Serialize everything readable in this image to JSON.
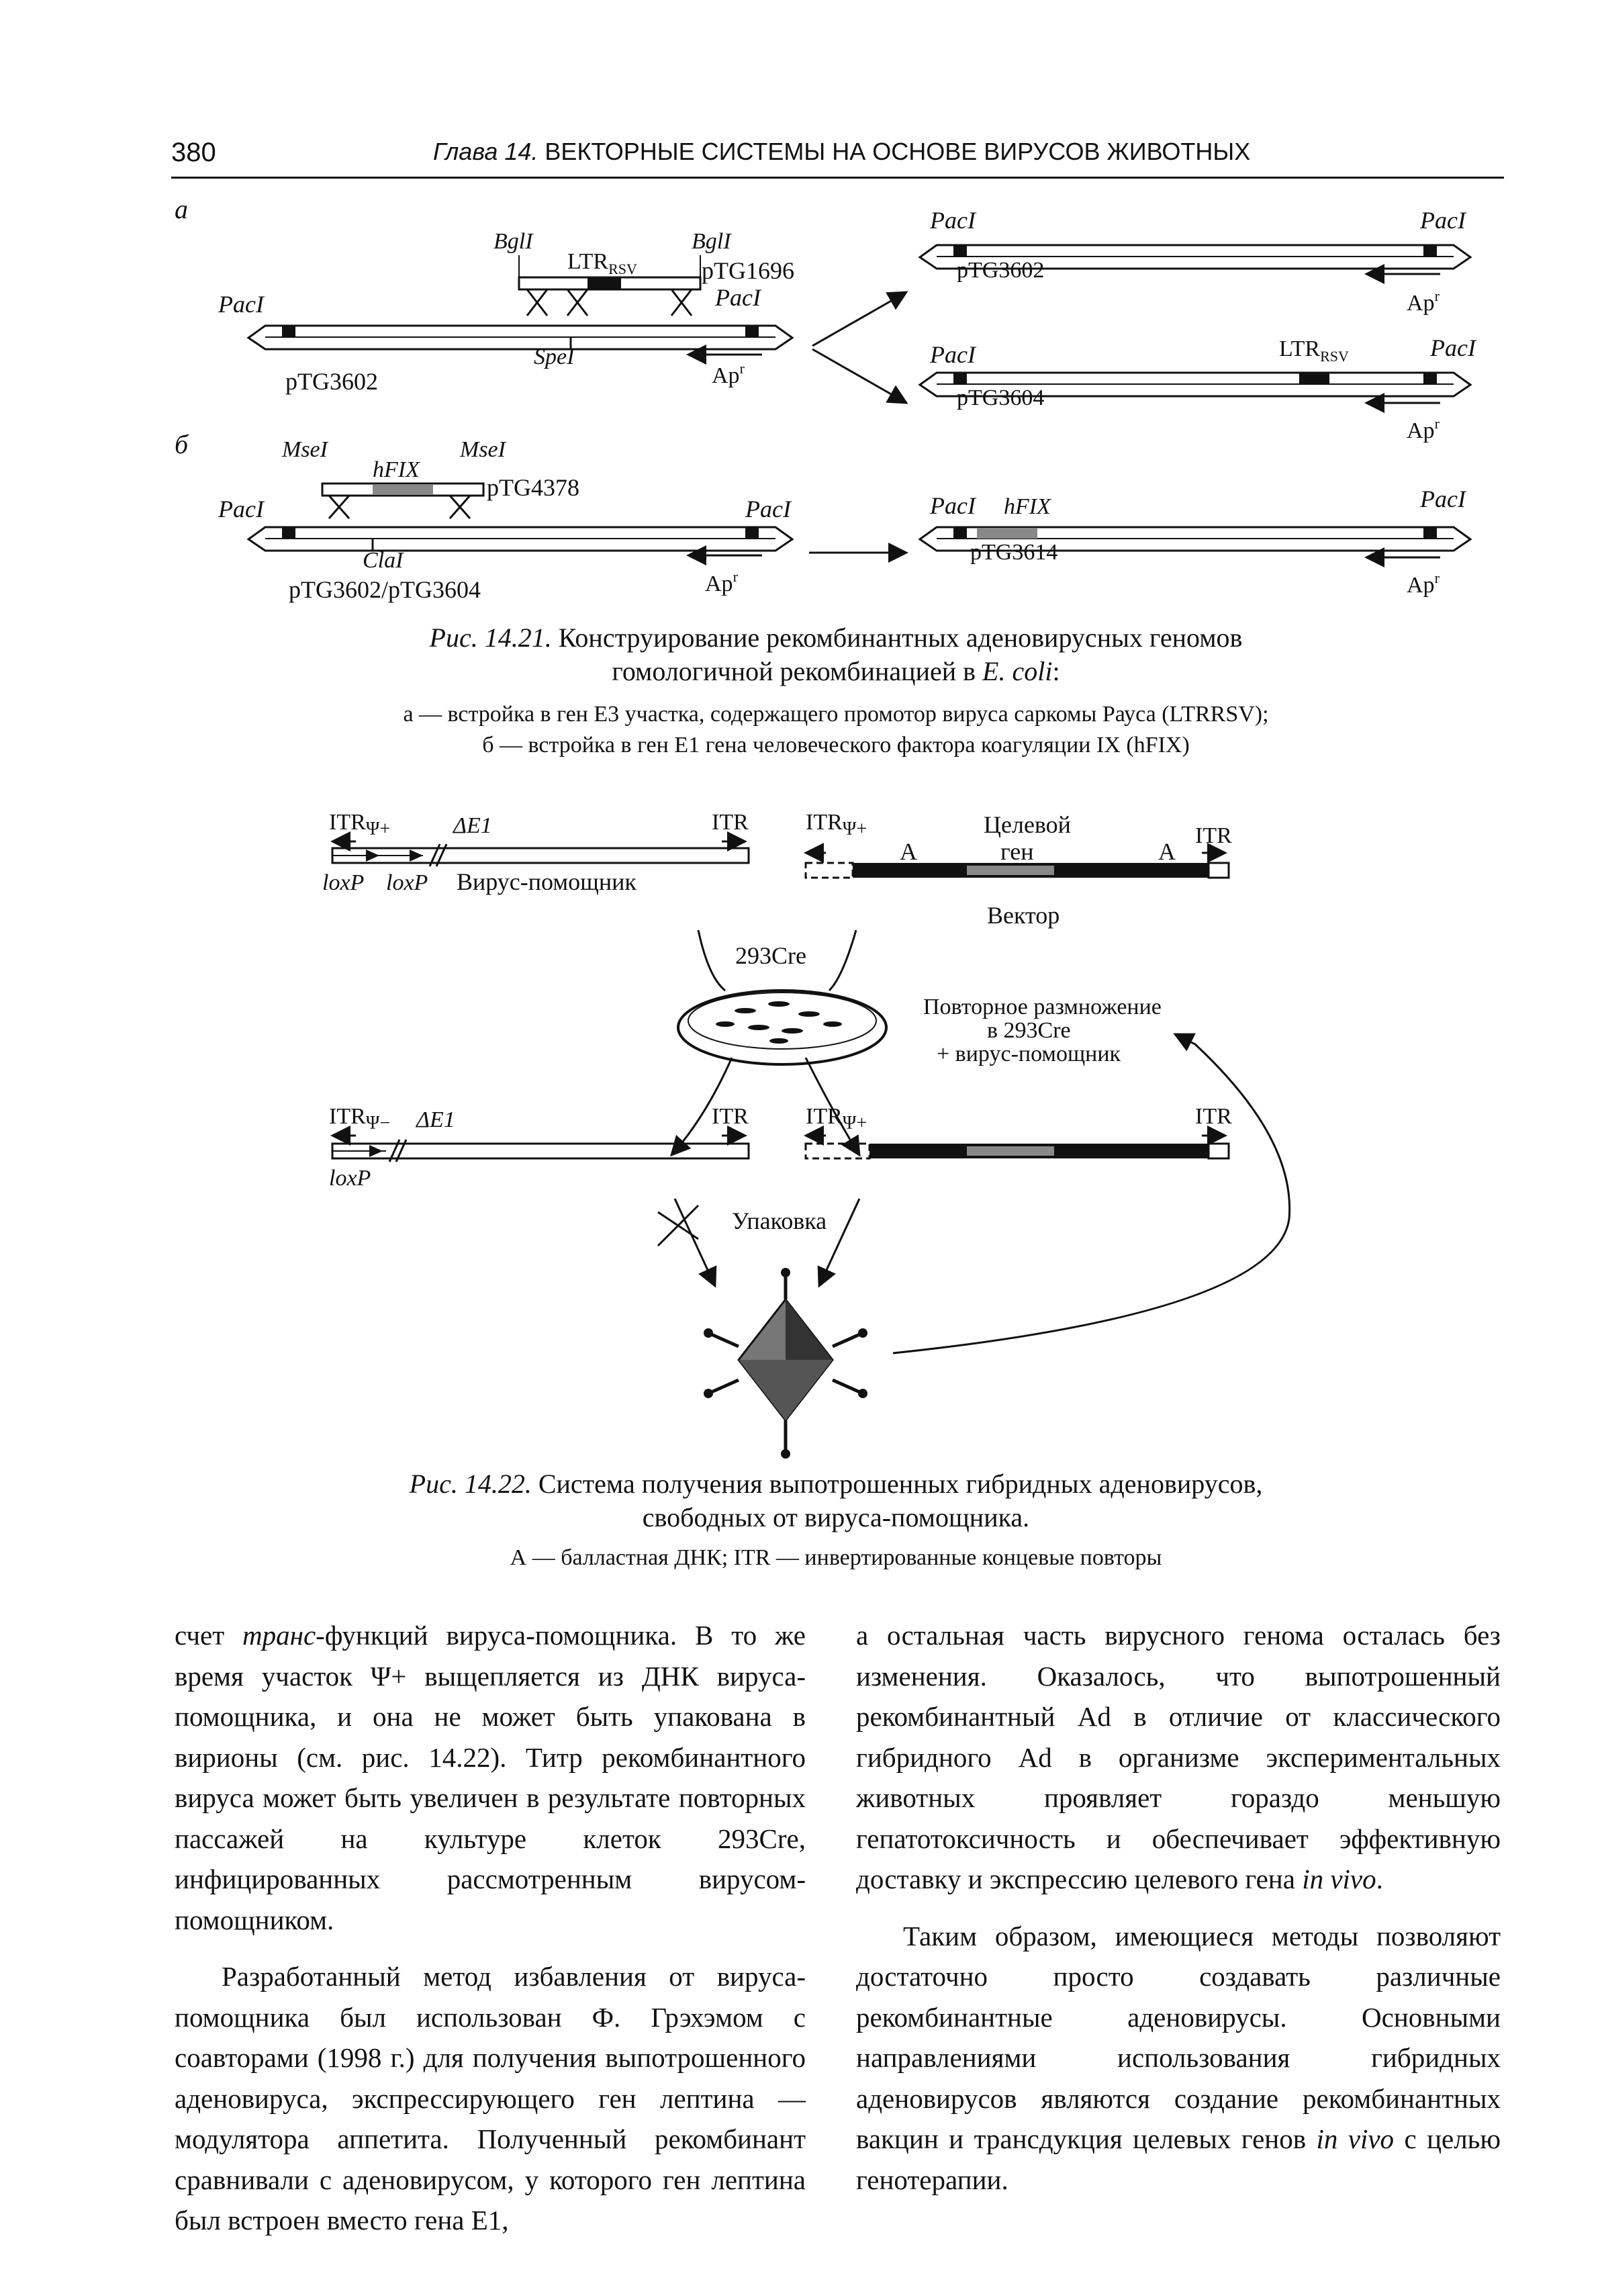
{
  "header": {
    "page_number": "380",
    "chapter_prefix": "Глава 14.",
    "chapter_title": "ВЕКТОРНЫЕ СИСТЕМЫ НА ОСНОВЕ ВИРУСОВ ЖИВОТНЫХ"
  },
  "fig1": {
    "panel_a": "а",
    "panel_b": "б",
    "bgl1": "BglI",
    "bgl2": "BglI",
    "ltr_rsv": "LTR",
    "rsv_sub": "RSV",
    "ptg1696": "pTG1696",
    "pac_a_left": "PacI",
    "pac_a_right": "PacI",
    "spe": "SpeI",
    "ptg3602_a": "pTG3602",
    "apr_a": "Ap",
    "r_sup": "r",
    "mse1": "MseI",
    "mse2": "MseI",
    "hfix_b": "hFIX",
    "ptg4378": "pTG4378",
    "pac_b_left": "PacI",
    "pac_b_right": "PacI",
    "cla": "ClaI",
    "ptg3602_3604": "pTG3602/pTG3604",
    "apr_b": "Ap",
    "res1_pac_l": "PacI",
    "res1_pac_r": "PacI",
    "res1_name": "pTG3602",
    "res1_apr": "Ap",
    "res2_pac_l": "PacI",
    "res2_ltr": "LTR",
    "res2_pac_r": "PacI",
    "res2_name": "pTG3604",
    "res2_apr": "Ap",
    "res3_pac_l": "PacI",
    "res3_hfix": "hFIX",
    "res3_pac_r": "PacI",
    "res3_name": "pTG3614",
    "res3_apr": "Ap"
  },
  "caption1": {
    "label": "Рис. 14.21.",
    "title_line1": "Конструирование рекомбинантных аденовирусных геномов",
    "title_line2": "гомологичной рекомбинацией в",
    "title_line2_italic": "E. coli",
    "title_line2_end": ":",
    "legend_a": "а — встройка в ген E3 участка, содержащего промотор вируса саркомы Рауса (LTRRSV);",
    "legend_b": "б — встройка в ген E1 гена человеческого фактора коагуляции IX (hFIX)"
  },
  "fig2": {
    "itr_psi_plus_1": "ITR",
    "psi_plus": "Ψ+",
    "delta_e1_top": "ΔE1",
    "itr_top_right_helper": "ITR",
    "loxp1": "loxP",
    "loxp2": "loxP",
    "helper_virus": "Вирус-помощник",
    "itr_vec_left": "ITR",
    "psi_vec": "Ψ+",
    "a_left": "A",
    "target_gene_line1": "Целевой",
    "target_gene_line2": "ген",
    "a_right": "A",
    "itr_vec_right": "ITR",
    "vector": "Вектор",
    "cell_line": "293Cre",
    "repeat_line1": "Повторное размножение",
    "repeat_line2": "в 293Cre",
    "repeat_line3": "+ вирус-помощник",
    "itr_psi_minus": "ITR",
    "psi_minus": "Ψ−",
    "delta_e1_bottom": "ΔE1",
    "itr_bottom_helper": "ITR",
    "loxp_bottom": "loxP",
    "itr_vec2_left": "ITR",
    "psi_vec2": "Ψ+",
    "itr_vec2_right": "ITR",
    "packaging": "Упаковка"
  },
  "caption2": {
    "label": "Рис. 14.22.",
    "title_line1": "Система получения выпотрошенных гибридных аденовирусов,",
    "title_line2": "свободных от вируса-помощника.",
    "legend": "А — балластная ДНК; ITR — инвертированные концевые повторы"
  },
  "body": {
    "left_p1_a": "счет ",
    "left_p1_italic": "транс",
    "left_p1_b": "-функций вируса-помощника. В то же время участок Ψ+ выщепляется из ДНК вируса-помощника, и она не может быть упакована в вирионы (см. рис. 14.22). Титр рекомбинантного вируса может быть увеличен в результате повторных пассажей на культуре клеток 293Cre, инфицированных рассмотренным вирусом-помощником.",
    "left_p2": "Разработанный метод избавления от вируса-помощника был использован Ф. Грэхэмом с соавторами (1998 г.) для получения выпотрошенного аденовируса, экспрессирующего ген лептина — модулятора аппетита. Полученный рекомбинант сравнивали с аденовирусом, у которого ген лептина был встроен вместо гена E1,",
    "right_p1_a": "а остальная часть вирусного генома осталась без изменения. Оказалось, что выпотрошенный рекомбинантный Ad в отличие от классического гибридного Ad в организме экспериментальных животных проявляет гораздо меньшую гепатотоксичность и обеспечивает эффективную доставку и экспрессию целевого гена ",
    "right_p1_italic": "in vivo",
    "right_p1_end": ".",
    "right_p2_a": "Таким образом, имеющиеся методы позволяют достаточно просто создавать различные рекомбинантные аденовирусы. Основными направлениями использования гибридных аденовирусов являются создание рекомбинантных вакцин и трансдукция целевых генов ",
    "right_p2_italic": "in vivo",
    "right_p2_end": " с целью генотерапии."
  }
}
